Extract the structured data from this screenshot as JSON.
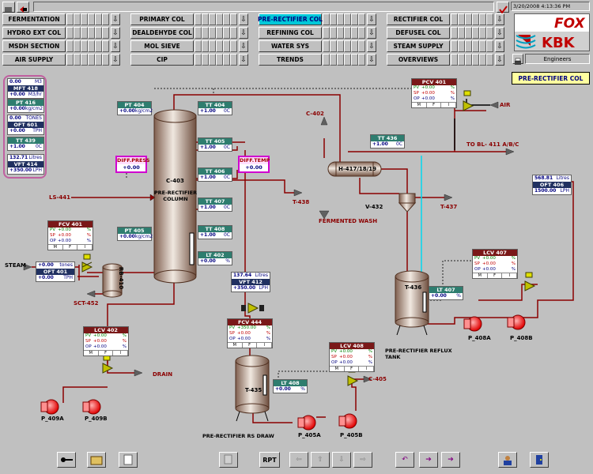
{
  "header": {
    "datetime": "3/20/2008 4:13:36 PM",
    "logo_top": "FOX",
    "logo_bottom": "KBK",
    "user": "Engineers",
    "screen_title": "PRE-RECTIFIER COL"
  },
  "nav": [
    {
      "label": "FERMENTATION",
      "active": false
    },
    {
      "label": "PRIMARY COL",
      "active": false
    },
    {
      "label": "PRE-RECTIFIER COL",
      "active": true
    },
    {
      "label": "RECTIFIER COL",
      "active": false
    },
    {
      "label": "HYDRO EXT COL",
      "active": false
    },
    {
      "label": "DEALDEHYDE COL",
      "active": false
    },
    {
      "label": "REFINING COL",
      "active": false
    },
    {
      "label": "DEFUSEL COL",
      "active": false
    },
    {
      "label": "MSDH SECTION",
      "active": false
    },
    {
      "label": "MOL SIEVE",
      "active": false
    },
    {
      "label": "WATER SYS",
      "active": false
    },
    {
      "label": "STEAM SUPPLY",
      "active": false
    },
    {
      "label": "AIR SUPPLY",
      "active": false
    },
    {
      "label": "CIP",
      "active": false
    },
    {
      "label": "TRENDS",
      "active": false
    },
    {
      "label": "OVERVIEWS",
      "active": false
    }
  ],
  "left_panel": {
    "mft418": {
      "value": "0.00",
      "unit": "M3",
      "tag": "MFT 418",
      "value2": "+0.00",
      "unit2": "M3/hr"
    },
    "pt416": {
      "tag": "PT 416",
      "value": "+0.00",
      "unit": "kg/cm2"
    },
    "oft601": {
      "value": "0.00",
      "unit": "TONES",
      "tag": "OFT 601",
      "value2": "+0.00",
      "unit2": "TPH"
    },
    "tt439": {
      "tag": "TT 439",
      "value": "+1.00",
      "unit": "0C"
    },
    "vft414": {
      "value": "132.71",
      "unit": "Litres",
      "tag": "VFT 414",
      "value2": "+350.00",
      "unit2": "LPH"
    }
  },
  "instruments": {
    "pt404": {
      "tag": "PT 404",
      "value": "+0.00",
      "unit": "kg/cm2"
    },
    "pt405": {
      "tag": "PT 405",
      "value": "+0.00",
      "unit": "kg/cm2"
    },
    "tt404": {
      "tag": "TT 404",
      "value": "+1.00",
      "unit": "0C"
    },
    "tt405": {
      "tag": "TT 405",
      "value": "+1.00",
      "unit": "0C"
    },
    "tt406": {
      "tag": "TT 406",
      "value": "+1.00",
      "unit": "0C"
    },
    "tt407": {
      "tag": "TT 407",
      "value": "+1.00",
      "unit": "0C"
    },
    "tt408": {
      "tag": "TT 408",
      "value": "+1.00",
      "unit": "0C"
    },
    "lt402": {
      "tag": "LT 402",
      "value": "+0.00",
      "unit": "%"
    },
    "tt436": {
      "tag": "TT 436",
      "value": "+1.00",
      "unit": "0C"
    },
    "lt407": {
      "tag": "LT 407",
      "value": "+0.00",
      "unit": "%"
    },
    "lt408": {
      "tag": "LT 408",
      "value": "+0.00",
      "unit": "%"
    },
    "oft401": {
      "value": "+0.00",
      "unit": "tones",
      "tag": "OFT 401",
      "value2": "+0.00",
      "unit2": "TPH"
    },
    "vft412": {
      "value": "137.64",
      "unit": "Litres",
      "tag": "VFT 412",
      "value2": "+350.00",
      "unit2": "LPH"
    },
    "oft406": {
      "value": "568.81",
      "unit": "Litres",
      "tag": "OFT 406",
      "value2": "1500.00",
      "unit2": "LPH"
    }
  },
  "controllers": {
    "pcv401": {
      "tag": "PCV 401",
      "pv": "+0.00",
      "sp": "+0.00",
      "op": "+0.00",
      "unit": "%",
      "mode": [
        "M",
        "F",
        "I"
      ]
    },
    "fcv401": {
      "tag": "FCV 401",
      "pv": "+0.00",
      "sp": "+0.00",
      "op": "+0.00",
      "unit": "%",
      "mode": [
        "M",
        "F",
        "I"
      ]
    },
    "lcv402": {
      "tag": "LCV 402",
      "pv": "+0.00",
      "sp": "+0.00",
      "op": "+0.00",
      "unit": "%",
      "mode": [
        "M",
        "F",
        "I"
      ]
    },
    "fcv444": {
      "tag": "FCV 444",
      "pv": "+350.00",
      "sp": "+0.00",
      "op": "+0.00",
      "unit": "%",
      "mode": [
        "M",
        "F",
        "I"
      ]
    },
    "lcv407": {
      "tag": "LCV 407",
      "pv": "+0.00",
      "sp": "+0.00",
      "op": "+0.00",
      "unit": "%",
      "mode": [
        "M",
        "F",
        "I"
      ]
    },
    "lcv408": {
      "tag": "LCV 408",
      "pv": "+0.00",
      "sp": "+0.00",
      "op": "+0.00",
      "unit": "%",
      "mode": [
        "M",
        "F",
        "I"
      ]
    }
  },
  "alarms": {
    "diffpress": {
      "label": "DIFF.PRESS",
      "value": "+0.00"
    },
    "difftemp": {
      "label": "DIFF.TEMP",
      "value": "+0.00"
    }
  },
  "labels": {
    "column_tag": "C-403",
    "column_name": "PRE-RECTIFIER COLUMN",
    "ls441": "LS-441",
    "steam": "STEAM",
    "sct452": "SCT-452",
    "rb410": "RB-410",
    "c402": "C-402",
    "h417": "H-417/18/19",
    "fermented_wash": "FERMENTED WASH",
    "v432": "V-432",
    "t437": "T-437",
    "t438": "T-438",
    "to_bl411": "TO BL- 411 A/B/C",
    "air": "AIR",
    "t436": "T-436",
    "reflux_tank": "PRE-RECTIFIER REFLUX TANK",
    "p408a": "P_408A",
    "p408b": "P_408B",
    "t435": "T-435",
    "rs_draw": "PRE-RECTIFIER RS DRAW",
    "p405a": "P_405A",
    "p405b": "P_405B",
    "c405": "C-405",
    "drain": "DRAIN",
    "p409a": "P_409A",
    "p409b": "P_409B"
  },
  "bottom": {
    "rpt": "RPT"
  },
  "colors": {
    "pipe": "#8b0000",
    "active_nav": "#00c8d8",
    "alarm_border": "#d000d0",
    "header_teal": "#2e7d6f"
  }
}
